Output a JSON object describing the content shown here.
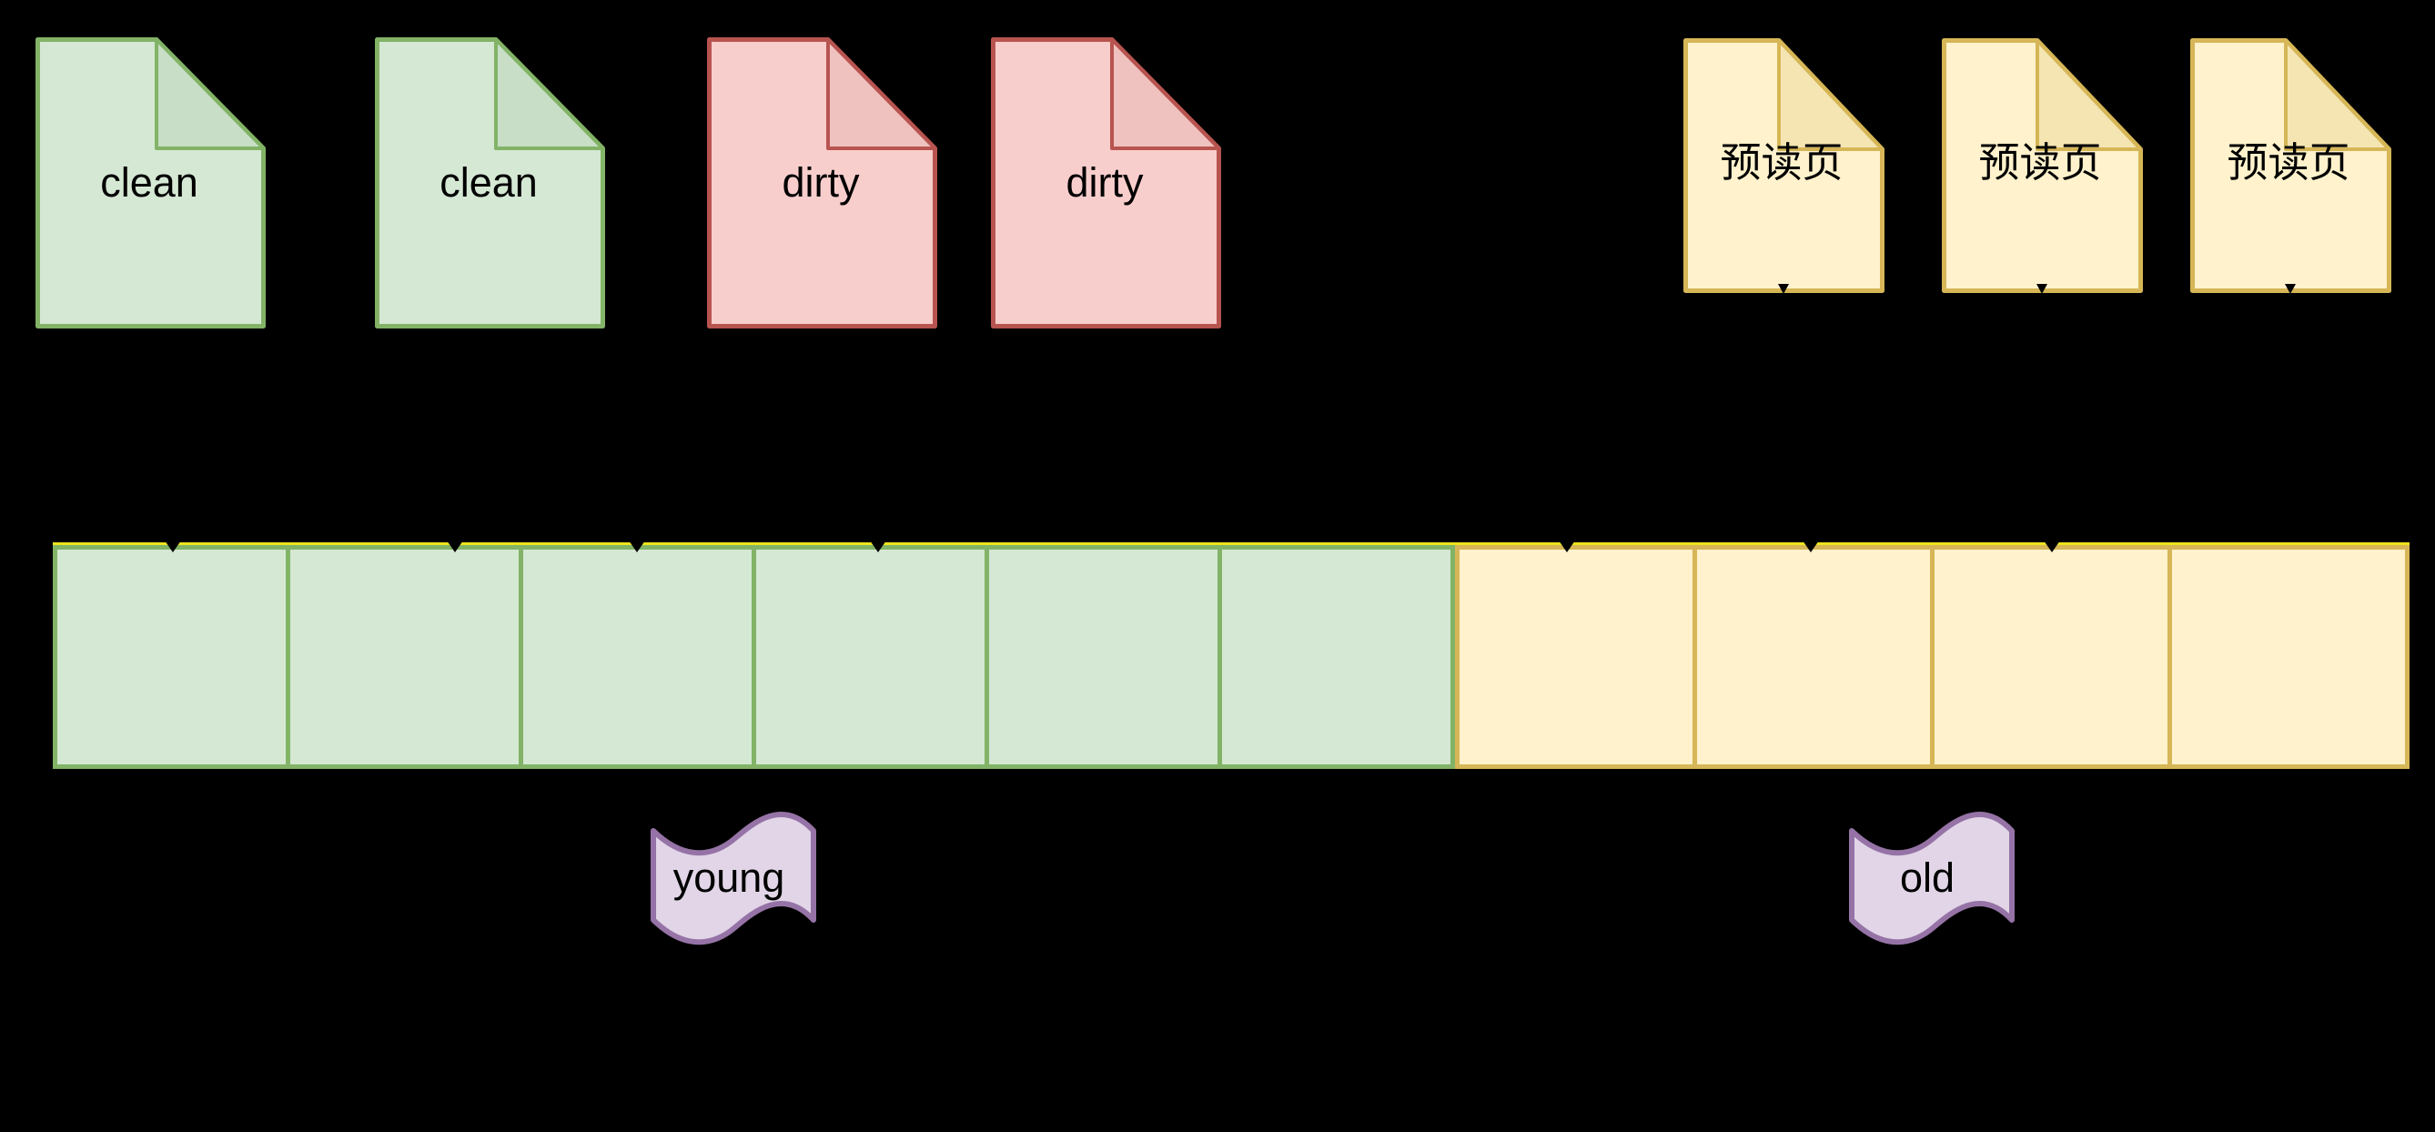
{
  "diagram": {
    "background": "#000000"
  },
  "pages": [
    {
      "kind": "clean",
      "label": "clean"
    },
    {
      "kind": "clean",
      "label": "clean"
    },
    {
      "kind": "dirty",
      "label": "dirty"
    },
    {
      "kind": "dirty",
      "label": "dirty"
    },
    {
      "kind": "preread",
      "label": "预读页"
    },
    {
      "kind": "preread",
      "label": "预读页"
    },
    {
      "kind": "preread",
      "label": "预读页"
    }
  ],
  "lru_list": {
    "young_segment": {
      "cells": 6,
      "fill": "#D5E8D4",
      "stroke": "#82B366"
    },
    "old_segment": {
      "cells": 4,
      "fill": "#FFF2CC",
      "stroke": "#D6B656"
    }
  },
  "ribbons": [
    {
      "label": "young"
    },
    {
      "label": "old"
    }
  ],
  "palette": {
    "clean_fill": "#D5E8D4",
    "clean_stroke": "#82B366",
    "clean_fold": "#C8DEC6",
    "dirty_fill": "#F8CECC",
    "dirty_stroke": "#B85450",
    "dirty_fold": "#EFC2BF",
    "preread_fill": "#FFF2CC",
    "preread_stroke": "#D6B656",
    "preread_fold": "#F4E5B2",
    "ribbon_fill": "#E1D5E7",
    "ribbon_stroke": "#9673A6",
    "bar_top_line": "#EEE41D",
    "arrow_color": "#000000",
    "label_color": "#000000"
  }
}
